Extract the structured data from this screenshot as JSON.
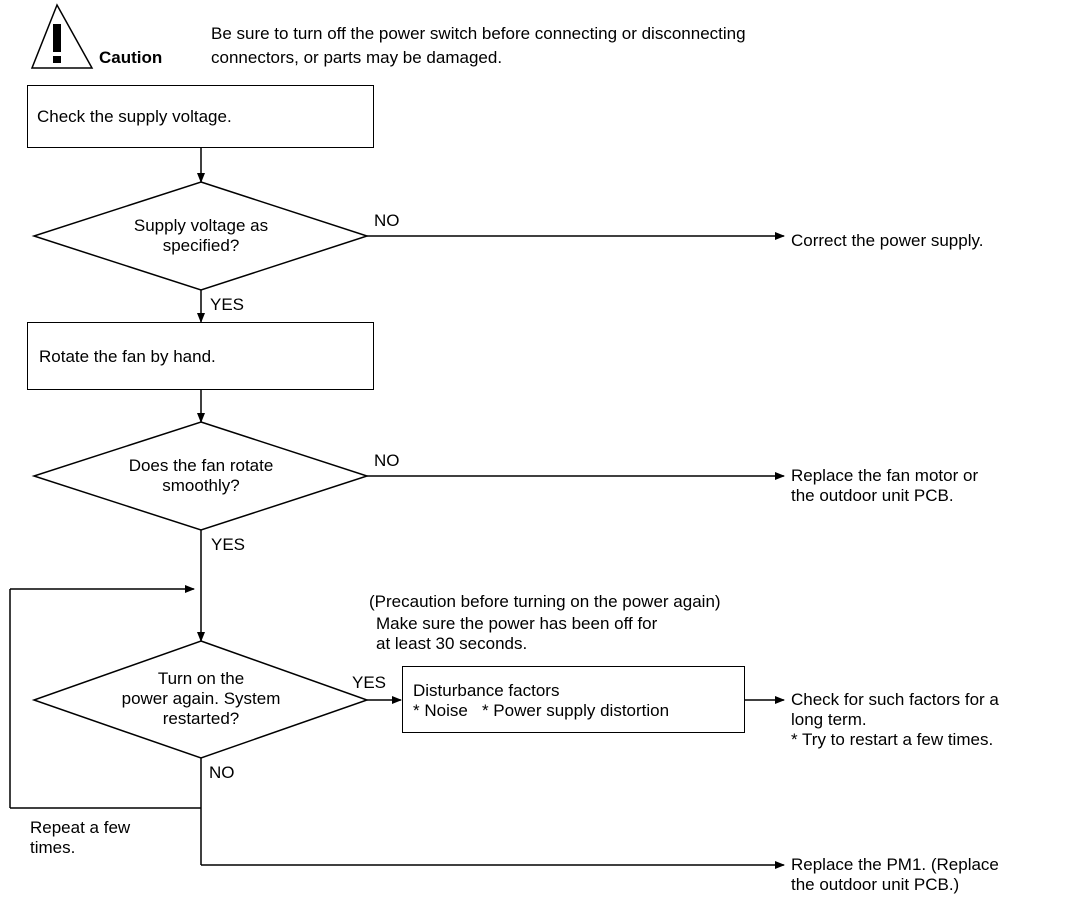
{
  "caution": {
    "label": "Caution",
    "line1": "Be sure to turn off the power switch before connecting or disconnecting",
    "line2": "connectors, or parts may be damaged."
  },
  "steps": {
    "check_voltage": "Check the supply voltage.",
    "rotate_fan": "Rotate the fan by hand."
  },
  "decisions": {
    "voltage": {
      "line1": "Supply voltage as",
      "line2": "specified?"
    },
    "fan": {
      "line1": "Does the fan rotate",
      "line2": "smoothly?"
    },
    "restart": {
      "line1": "Turn on the",
      "line2": "power again. System",
      "line3": "restarted?"
    }
  },
  "labels": {
    "no1": "NO",
    "yes1": "YES",
    "no2": "NO",
    "yes2": "YES",
    "yes3": "YES",
    "no3": "NO"
  },
  "outcomes": {
    "correct_power": "Correct the power supply.",
    "replace_fan_1": "Replace the fan motor or",
    "replace_fan_2": "the outdoor unit PCB.",
    "check_factors_1": "Check for such factors for a",
    "check_factors_2": "long term.",
    "check_factors_3": "* Try to restart a few times.",
    "replace_pm1_1": "Replace the PM1. (Replace",
    "replace_pm1_2": "the outdoor unit PCB.)"
  },
  "precaution": {
    "line1": "(Precaution before turning on the power again)",
    "line2": "Make sure the power has been off for",
    "line3": "at least 30 seconds."
  },
  "disturbance": {
    "line1": "Disturbance factors",
    "line2": "* Noise   * Power supply distortion"
  },
  "repeat": {
    "line1": "Repeat a few",
    "line2": "times."
  }
}
